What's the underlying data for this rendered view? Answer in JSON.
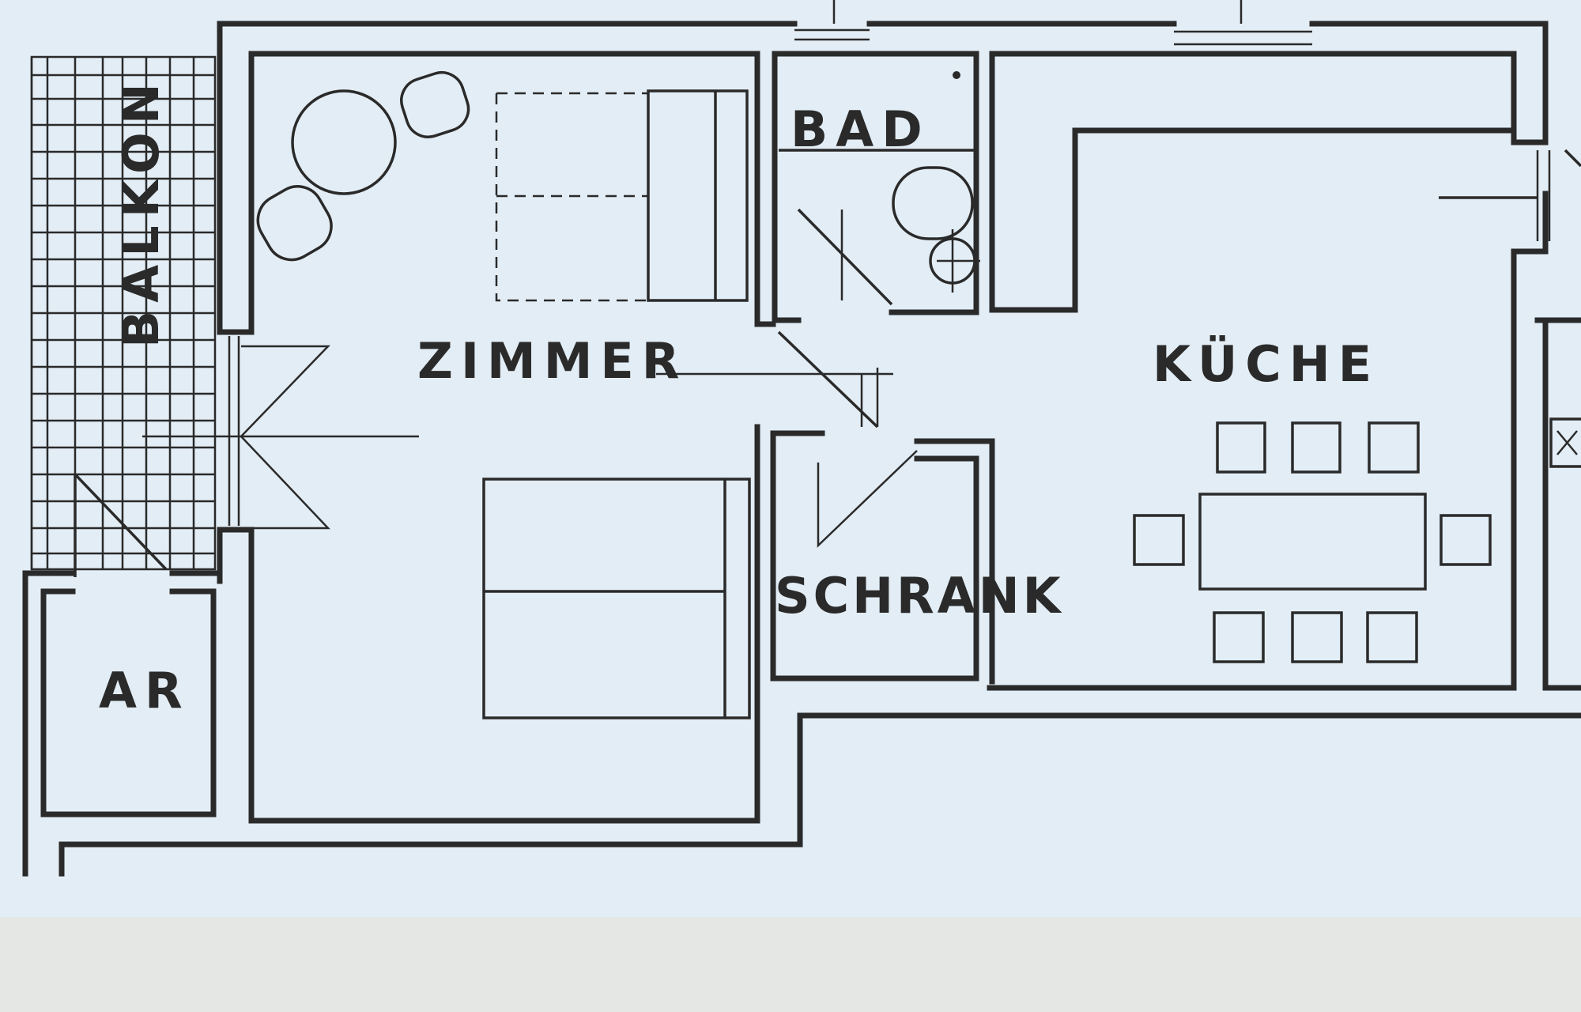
{
  "rooms": {
    "balkon": "BALKON",
    "zimmer": "ZIMMER",
    "bad": "BAD",
    "kueche": "KÜCHE",
    "schrank": "SCHRANK",
    "ar": "AR"
  },
  "colors": {
    "paper": "#e3edf5",
    "ink": "#2a2a2a",
    "background": "#e4e7e4"
  }
}
